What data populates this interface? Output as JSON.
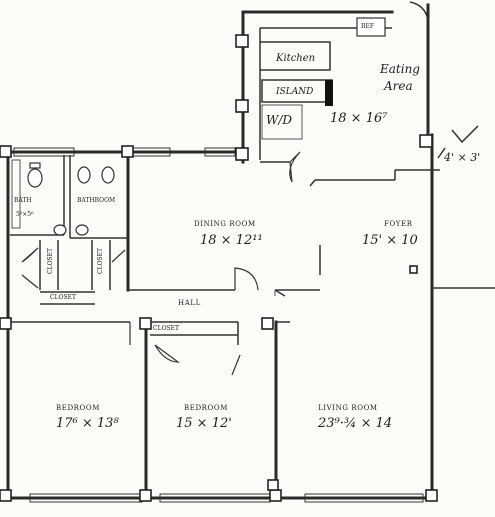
{
  "rooms": {
    "kitchen": {
      "name": "Kitchen",
      "island": "ISLAND",
      "wd": "W/D",
      "ref": "REF"
    },
    "eating_area": {
      "line1": "Eating",
      "line2": "Area",
      "dim": "18 × 16⁷"
    },
    "terrace": {
      "dim": "4' × 3'"
    },
    "dining_room": {
      "name": "DINING ROOM",
      "dim": "18 × 12¹¹"
    },
    "foyer": {
      "name": "FOYER",
      "dim": "15' × 10"
    },
    "bath_left": {
      "name": "BATH",
      "dim": "5⁶×5⁶"
    },
    "bath_right": {
      "name": "BATHROOM"
    },
    "closets": {
      "left": "CLOSET",
      "right": "CLOSET",
      "bottom": "CLOSET",
      "hall": "CLOSET"
    },
    "hall": {
      "name": "HALL"
    },
    "bedroom_1": {
      "name": "BEDROOM",
      "dim": "17⁶ × 13⁸"
    },
    "bedroom_2": {
      "name": "BEDROOM",
      "dim": "15 × 12'"
    },
    "living_room": {
      "name": "LIVING ROOM",
      "dim": "23⁹·¾ × 14"
    }
  }
}
